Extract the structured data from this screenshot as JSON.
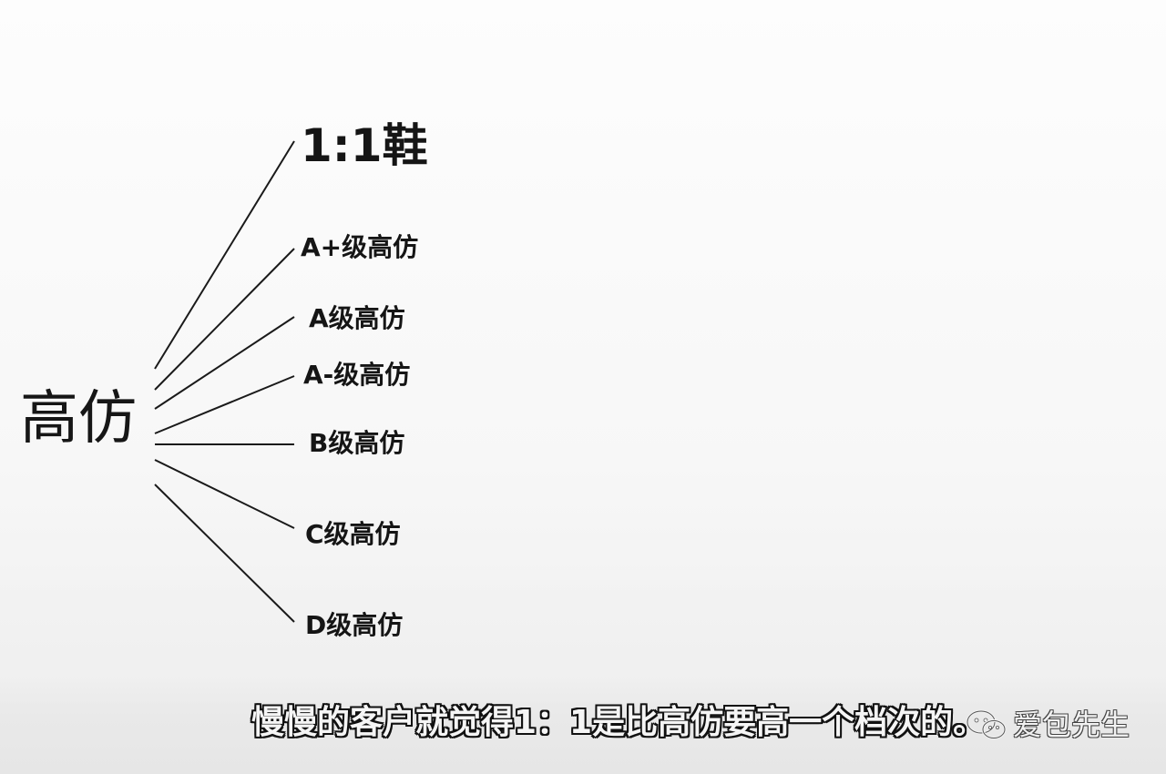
{
  "diagram": {
    "root": "高仿",
    "branches": [
      {
        "label": "1:1鞋"
      },
      {
        "label": "A+级高仿"
      },
      {
        "label": "A级高仿"
      },
      {
        "label": "A-级高仿"
      },
      {
        "label": "B级高仿"
      },
      {
        "label": "C级高仿"
      },
      {
        "label": "D级高仿"
      }
    ]
  },
  "subtitle": "慢慢的客户就觉得1：1是比高仿要高一个档次的。",
  "watermark": {
    "text": "爱包先生",
    "icon": "wechat-icon"
  },
  "colors": {
    "line": "#1a1a1a",
    "text": "#151515",
    "subtitle_fill": "#f5f5f5",
    "subtitle_stroke": "#111111"
  }
}
